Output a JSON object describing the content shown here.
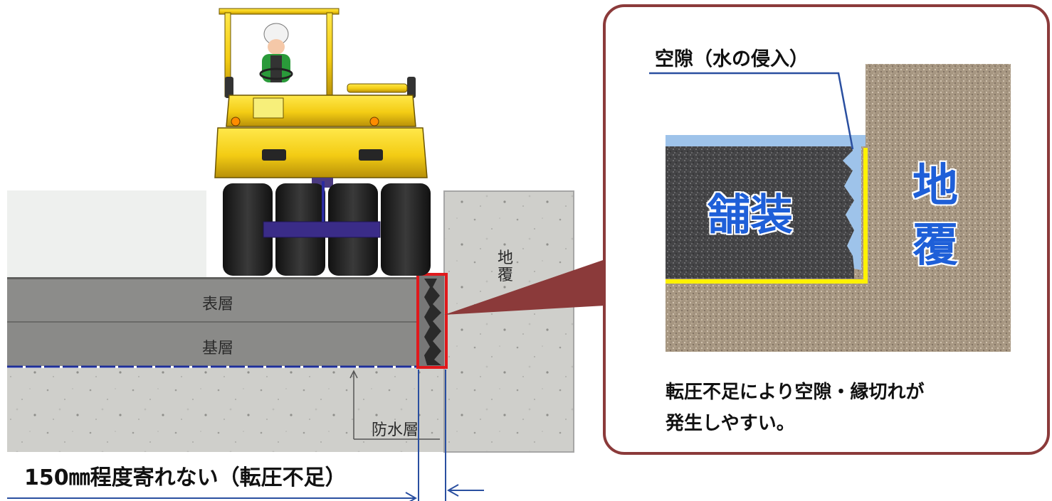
{
  "left_diagram": {
    "surface_layer_label": "表層",
    "base_layer_label": "基層",
    "waterproof_layer_label": "防水層",
    "curb_label": "地覆",
    "bottom_caption": "150㎜程度寄れない（転圧不足）"
  },
  "callout": {
    "void_label": "空隙（水の侵入）",
    "pavement_label": "舗装",
    "curb_label": "地覆",
    "note_line1": "転圧不足により空隙・縁切れが",
    "note_line2": "発生しやすい。"
  },
  "colors": {
    "callout_border": "#8b3a3a",
    "highlight_box": "#e0191c",
    "callout_text_blue": "#1e5fd8",
    "gap_line_yellow": "#fff200",
    "water_blue": "#9ec3ea",
    "dimension_line": "#2a4fa0"
  }
}
